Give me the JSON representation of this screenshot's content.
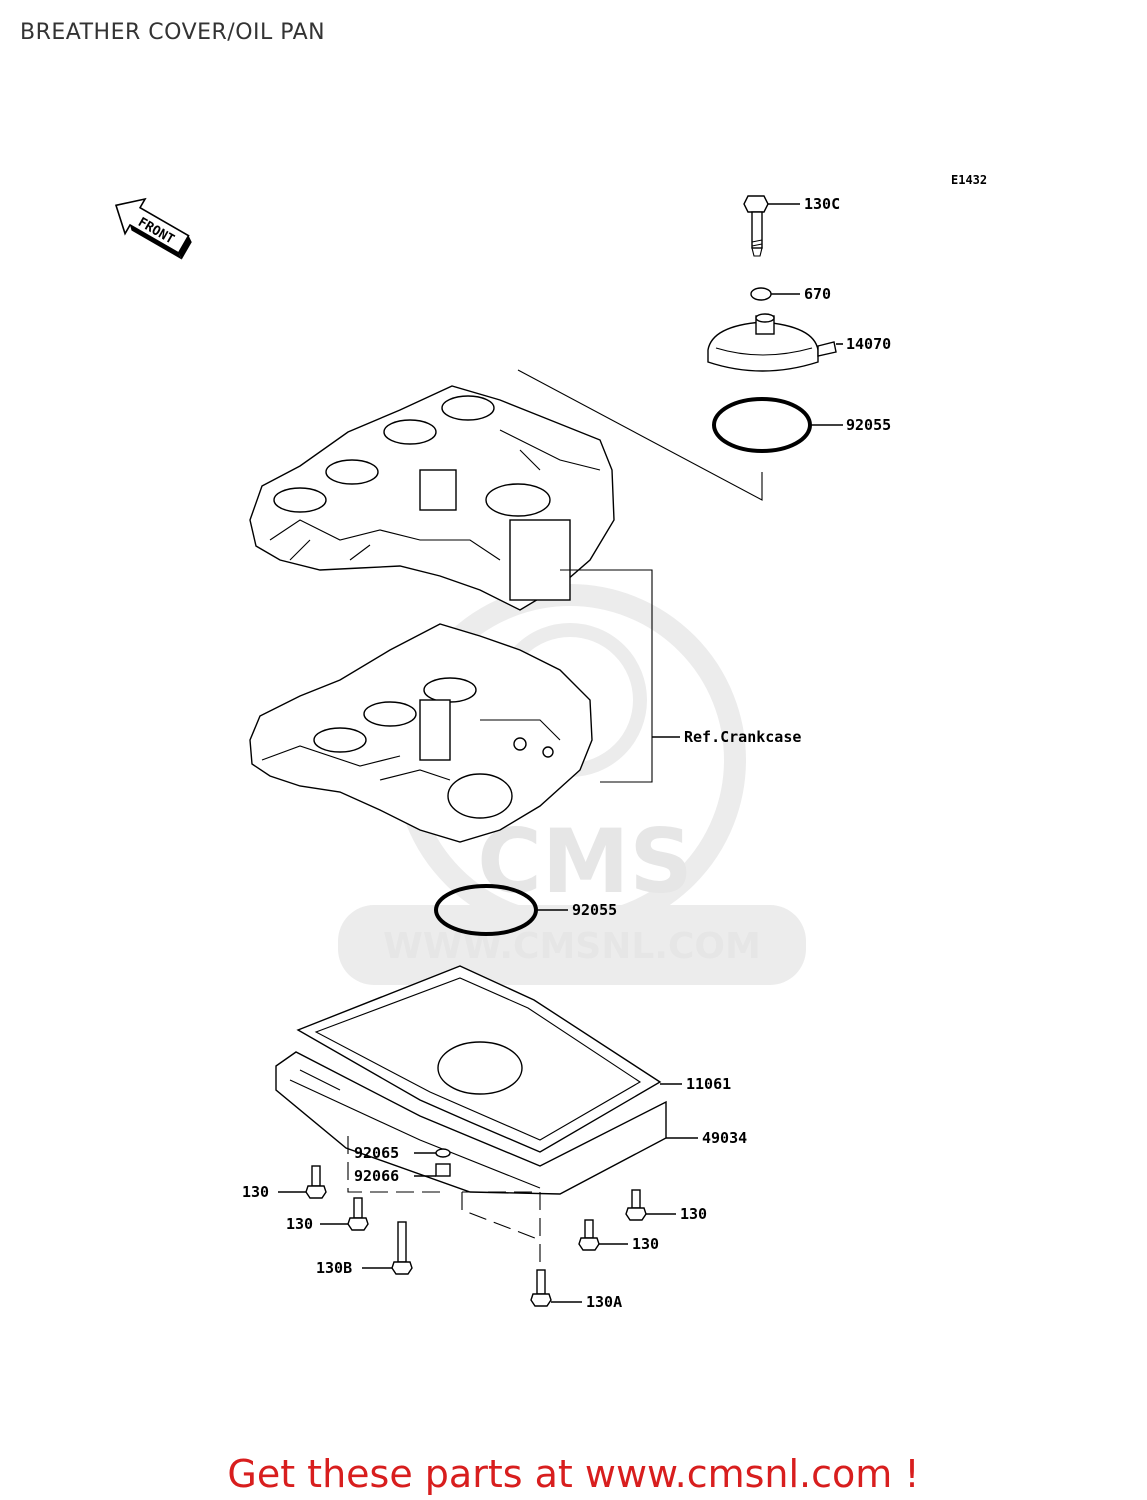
{
  "page_title": "BREATHER COVER/OIL PAN",
  "figure_code": "E1432",
  "front_label": "FRONT",
  "ref_label": "Ref.Crankcase",
  "watermark": {
    "logo": "CMS",
    "url": "WWW.CMSNL.COM"
  },
  "parts": [
    {
      "id": "bolt_top",
      "label": "130C"
    },
    {
      "id": "oring_small",
      "label": "670"
    },
    {
      "id": "breather_cover",
      "label": "14070"
    },
    {
      "id": "oring_upper",
      "label": "92055"
    },
    {
      "id": "oring_lower",
      "label": "92055"
    },
    {
      "id": "gasket",
      "label": "11061"
    },
    {
      "id": "oil_pan",
      "label": "49034"
    },
    {
      "id": "washer",
      "label": "92065"
    },
    {
      "id": "drain_plug",
      "label": "92066"
    },
    {
      "id": "bolt_left1",
      "label": "130"
    },
    {
      "id": "bolt_left2",
      "label": "130"
    },
    {
      "id": "bolt_long",
      "label": "130B"
    },
    {
      "id": "bolt_right1",
      "label": "130"
    },
    {
      "id": "bolt_right2",
      "label": "130"
    },
    {
      "id": "bolt_bottom",
      "label": "130A"
    }
  ],
  "footer": "Get these parts at www.cmsnl.com !",
  "colors": {
    "footer_text": "#d81e1e",
    "watermark": "#e6e6e6"
  }
}
